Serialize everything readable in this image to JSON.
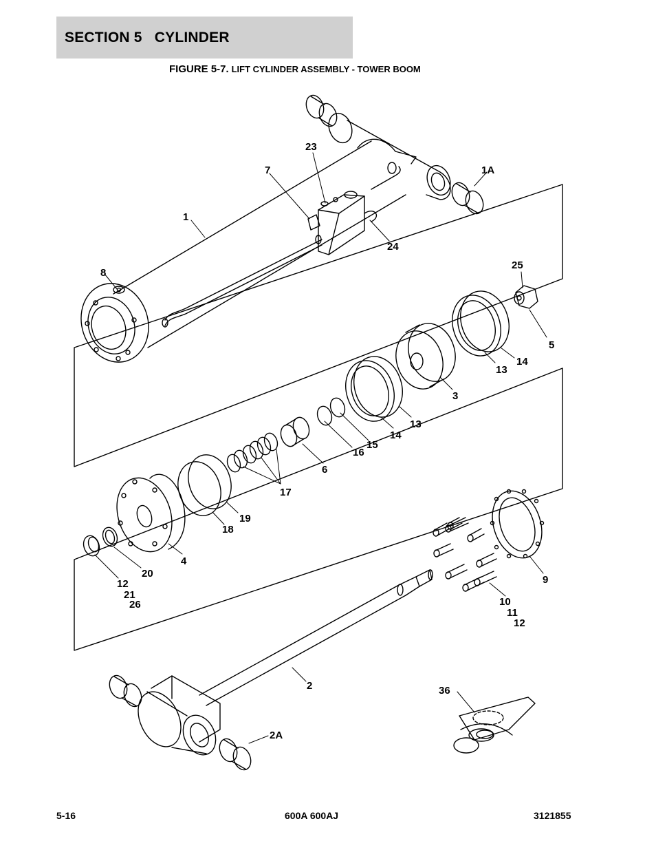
{
  "header": {
    "section_title": "SECTION 5   CYLINDER"
  },
  "figure": {
    "number": "FIGURE 5-7.",
    "title": "LIFT CYLINDER ASSEMBLY - TOWER BOOM"
  },
  "callouts": {
    "c1": "1",
    "c1A": "1A",
    "c2": "2",
    "c2A": "2A",
    "c3": "3",
    "c4": "4",
    "c5": "5",
    "c6": "6",
    "c7": "7",
    "c8": "8",
    "c9": "9",
    "c10": "10",
    "c11": "11",
    "c12": "12",
    "c12b": "12",
    "c13": "13",
    "c13b": "13",
    "c14": "14",
    "c14b": "14",
    "c15": "15",
    "c16": "16",
    "c17": "17",
    "c18": "18",
    "c19": "19",
    "c20": "20",
    "c21": "21",
    "c23": "23",
    "c24": "24",
    "c25": "25",
    "c26": "26",
    "c36": "36"
  },
  "footer": {
    "page_number": "5-16",
    "models": "600A 600AJ",
    "part_number": "3121855"
  }
}
